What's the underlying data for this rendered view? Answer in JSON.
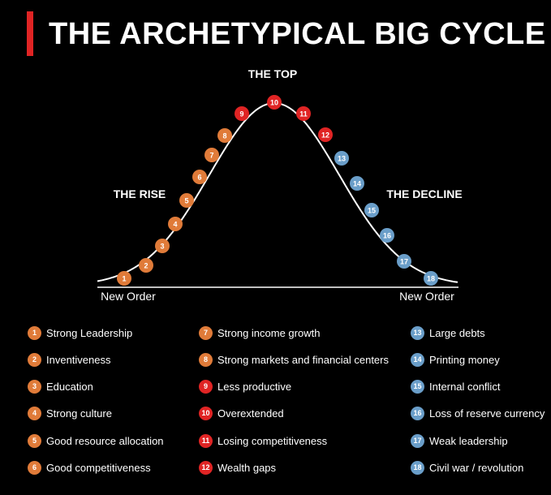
{
  "header": {
    "title": "THE ARCHETYPICAL BIG CYCLE",
    "accent_color": "#e02424"
  },
  "phases": {
    "top": "THE TOP",
    "rise": "THE RISE",
    "decline": "THE DECLINE"
  },
  "baseline": {
    "left": "New Order",
    "right": "New Order"
  },
  "colors": {
    "rise": "#e07b39",
    "top": "#e02424",
    "decline": "#6a9ec9"
  },
  "stages": [
    {
      "number": "1",
      "label": "Strong Leadership",
      "phase": "rise"
    },
    {
      "number": "2",
      "label": "Inventiveness",
      "phase": "rise"
    },
    {
      "number": "3",
      "label": "Education",
      "phase": "rise"
    },
    {
      "number": "4",
      "label": "Strong culture",
      "phase": "rise"
    },
    {
      "number": "5",
      "label": "Good resource allocation",
      "phase": "rise"
    },
    {
      "number": "6",
      "label": "Good competitiveness",
      "phase": "rise"
    },
    {
      "number": "7",
      "label": "Strong income growth",
      "phase": "rise"
    },
    {
      "number": "8",
      "label": "Strong markets and financial centers",
      "phase": "rise"
    },
    {
      "number": "9",
      "label": "Less productive",
      "phase": "top"
    },
    {
      "number": "10",
      "label": "Overextended",
      "phase": "top"
    },
    {
      "number": "11",
      "label": "Losing competitiveness",
      "phase": "top"
    },
    {
      "number": "12",
      "label": "Wealth gaps",
      "phase": "top"
    },
    {
      "number": "13",
      "label": "Large debts",
      "phase": "decline"
    },
    {
      "number": "14",
      "label": "Printing money",
      "phase": "decline"
    },
    {
      "number": "15",
      "label": "Internal conflict",
      "phase": "decline"
    },
    {
      "number": "16",
      "label": "Loss of reserve currency",
      "phase": "decline"
    },
    {
      "number": "17",
      "label": "Weak leadership",
      "phase": "decline"
    },
    {
      "number": "18",
      "label": "Civil war / revolution",
      "phase": "decline"
    }
  ]
}
